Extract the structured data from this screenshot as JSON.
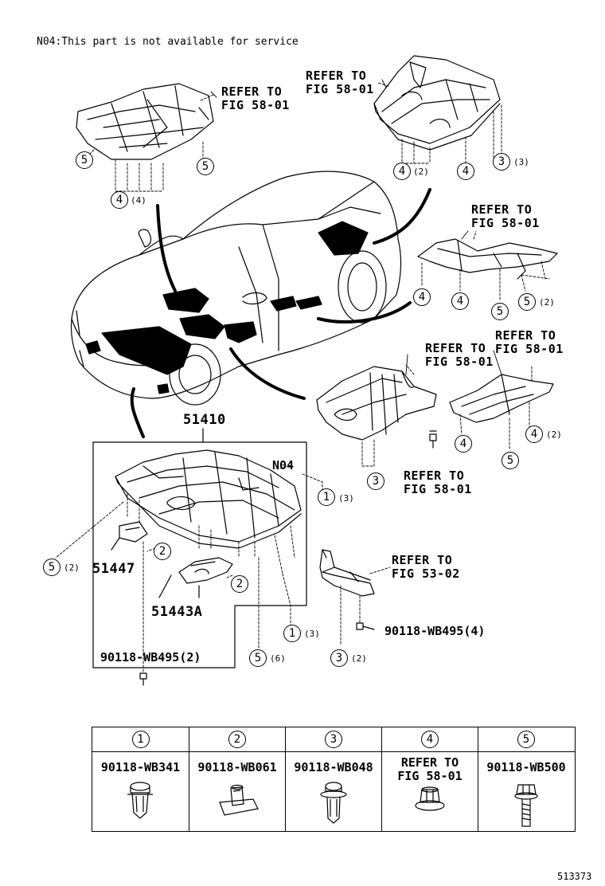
{
  "note": "N04:This part is not available for service",
  "refer": {
    "r1_a": "REFER TO",
    "r1_b": "FIG 58-01",
    "r2_a": "REFER TO",
    "r2_b": "FIG 58-01",
    "r3_a": "REFER TO",
    "r3_b": "FIG 58-01",
    "r4_a": "REFER TO",
    "r4_b": "FIG 58-01",
    "r5_a": "REFER TO",
    "r5_b": "FIG 58-01",
    "r6_a": "REFER TO",
    "r6_b": "FIG 58-01",
    "r7_a": "REFER TO",
    "r7_b": "FIG 53-02"
  },
  "callouts": {
    "c1": "5",
    "c2": "5",
    "c3": "4",
    "c3n": "(4)",
    "c4": "4",
    "c4n": "(2)",
    "c5": "4",
    "c6": "3",
    "c6n": "(3)",
    "c7": "4",
    "c8": "4",
    "c9": "5",
    "c10": "5",
    "c10n": "(2)",
    "c11": "3",
    "c12": "4",
    "c13": "4",
    "c13n": "(2)",
    "c14": "5",
    "c15": "1",
    "c15n": "(3)",
    "c16": "5",
    "c16n": "(2)",
    "c17": "2",
    "c18": "2",
    "c19": "1",
    "c19n": "(3)",
    "c20": "5",
    "c20n": "(6)",
    "c21": "3",
    "c21n": "(2)"
  },
  "parts": {
    "main": "51410",
    "n04": "N04",
    "p51447": "51447",
    "p51443a": "51443A",
    "bolt_left": "90118-WB495(2)",
    "bolt_right": "90118-WB495(4)"
  },
  "table": [
    {
      "num": "1",
      "code": "90118-WB341"
    },
    {
      "num": "2",
      "code": "90118-WB061"
    },
    {
      "num": "3",
      "code": "90118-WB048"
    },
    {
      "num": "4",
      "code": "REFER TO\nFIG 58-01"
    },
    {
      "num": "5",
      "code": "90118-WB500"
    }
  ],
  "figure_id": "513373"
}
